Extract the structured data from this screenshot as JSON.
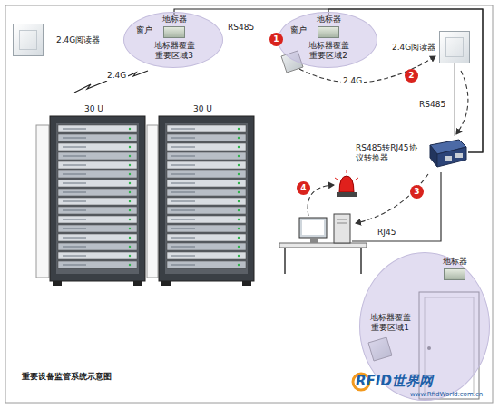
{
  "diagram": {
    "title": "重要设备监管系统示意图",
    "nodes": [
      {
        "text": [
          "2.4G阅读器"
        ]
      },
      {
        "text": [
          "地标器覆盖 重要区域3"
        ]
      },
      {
        "text": [
          "地标器"
        ],
        "in": 1
      },
      {
        "text": [
          "地标器覆盖 重要区域2"
        ]
      },
      {
        "text": [
          "地标器"
        ],
        "in": 3
      },
      {
        "text": [
          "2.4G阅读器"
        ]
      },
      {
        "text": [
          "RS485转RJ45协 议转换器"
        ]
      },
      {
        "text": [
          "地标器覆盖 重要区域1"
        ]
      },
      {
        "text": [
          "地标器"
        ],
        "in": 7
      }
    ],
    "edges": [
      {
        "from": 2,
        "to": 6,
        "label": "RS485",
        "arrow": "none"
      },
      {
        "from": 4,
        "to": 6,
        "arrow": "none"
      },
      {
        "from": 5,
        "to": 6,
        "label": "RS485",
        "arrow": "none"
      }
    ],
    "labels": [
      "窗户",
      "窗户",
      "2.4G",
      "2.4G",
      "30 U",
      "30 U",
      "RJ45",
      "1",
      "2",
      "3",
      "4",
      "RFID世界网",
      "www.RfidWorld.com.cn"
    ]
  }
}
